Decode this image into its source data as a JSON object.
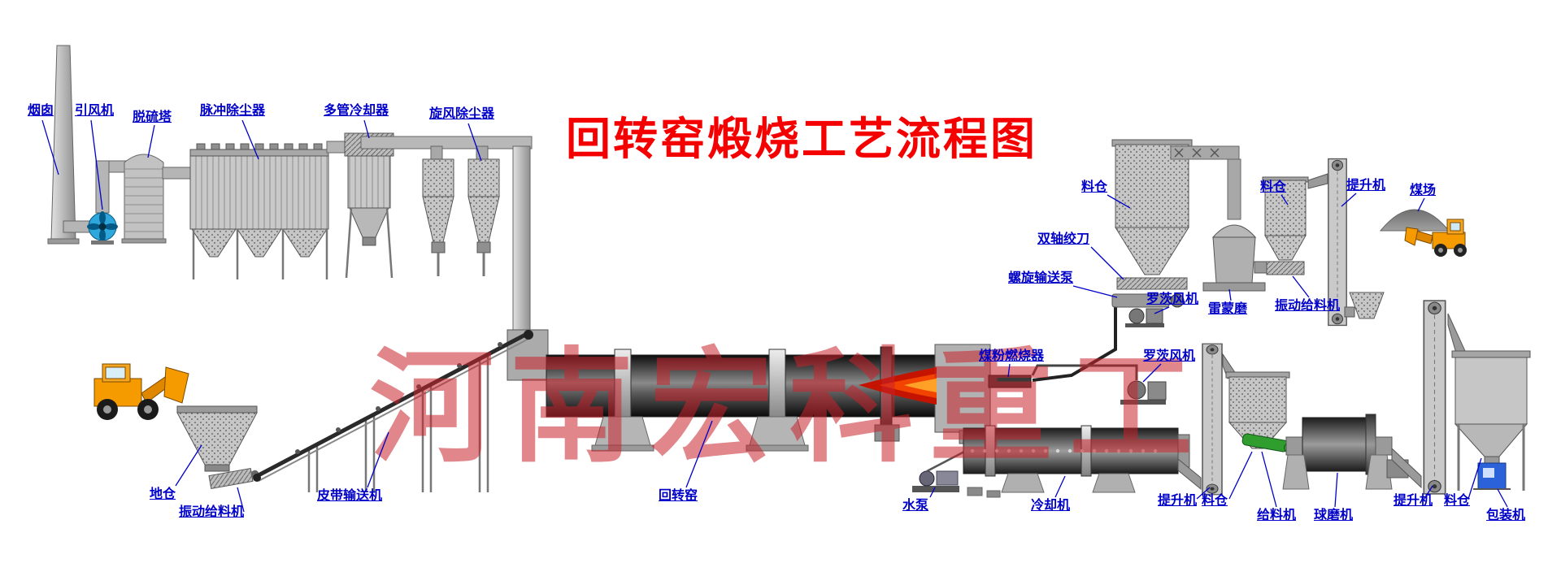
{
  "title": "回转窑煅烧工艺流程图",
  "watermark": "河南宏科重工",
  "colors": {
    "title": "#f50000",
    "label": "#0000c8",
    "watermark": "#c9222c"
  },
  "labels": {
    "chimney": "烟囱",
    "induced_draft_fan": "引风机",
    "desulfurization_tower": "脱硫塔",
    "pulse_dust_collector": "脉冲除尘器",
    "multi_tube_cooler": "多管冷却器",
    "cyclone_dust_collector": "旋风除尘器",
    "coal_powder_silo": "料仓",
    "double_shaft_auger": "双轴绞刀",
    "screw_conveyor_pump": "螺旋输送泵",
    "roots_blower_top": "罗茨风机",
    "raymond_mill": "雷蒙磨",
    "coal_silo": "料仓",
    "vibrating_feeder_mill": "振动给料机",
    "bucket_elevator_coal": "提升机",
    "coal_yard": "煤场",
    "ground_bin": "地仓",
    "vibrating_feeder_bin": "振动给料机",
    "belt_conveyor": "皮带输送机",
    "rotary_kiln": "回转窑",
    "coal_burner": "煤粉燃烧器",
    "roots_blower_kiln": "罗茨风机",
    "water_pump": "水泵",
    "cooler": "冷却机",
    "bucket_elevator_cooler": "提升机",
    "clinker_silo": "料仓",
    "feeder": "给料机",
    "ball_mill": "球磨机",
    "bucket_elevator_mill": "提升机",
    "product_silo": "料仓",
    "packing_machine": "包装机"
  }
}
